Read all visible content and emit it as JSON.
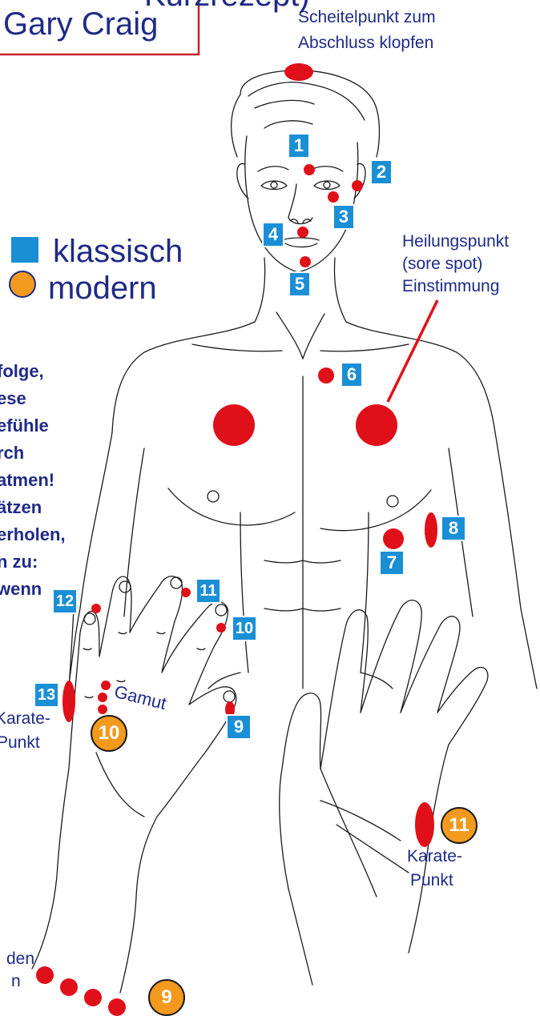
{
  "colors": {
    "title_border": "#c8202b",
    "title_text": "#1f2a86",
    "point_red": "#e0101a",
    "classic_blue": "#1a8fd6",
    "modern_orange": "#f39a1e",
    "body_text": "#1f2a86",
    "line_art": "#1a1a1a"
  },
  "title": {
    "line1": "Kurzrezept)",
    "line2": "Gary Craig"
  },
  "top_note": {
    "line1": "Scheitelpunkt zum",
    "line2": "Abschluss klopfen"
  },
  "legend": {
    "classic_label": "klassisch",
    "modern_label": "modern"
  },
  "sore_spot": {
    "line1": "Heilungspunkt",
    "line2": "(sore spot)",
    "line3": "Einstimmung"
  },
  "side_text": [
    "folge,",
    "ese",
    "efühle",
    "rch",
    "atmen!",
    "ätzen",
    "erholen,",
    "n zu:",
    "wenn"
  ],
  "classic_markers": [
    "1",
    "2",
    "3",
    "4",
    "5",
    "6",
    "7",
    "8",
    "9",
    "10",
    "11",
    "12",
    "13"
  ],
  "modern_markers": [
    "10",
    "11",
    "9"
  ],
  "hand_labels": {
    "gamut": "Gamut",
    "karate_left_1": "Karate-",
    "karate_left_2": "Punkt",
    "karate_right_1": "Karate-",
    "karate_right_2": "Punkt",
    "partial_1": "den",
    "partial_2": "n"
  },
  "icons": [
    "blue-square-icon",
    "orange-circle-icon"
  ]
}
